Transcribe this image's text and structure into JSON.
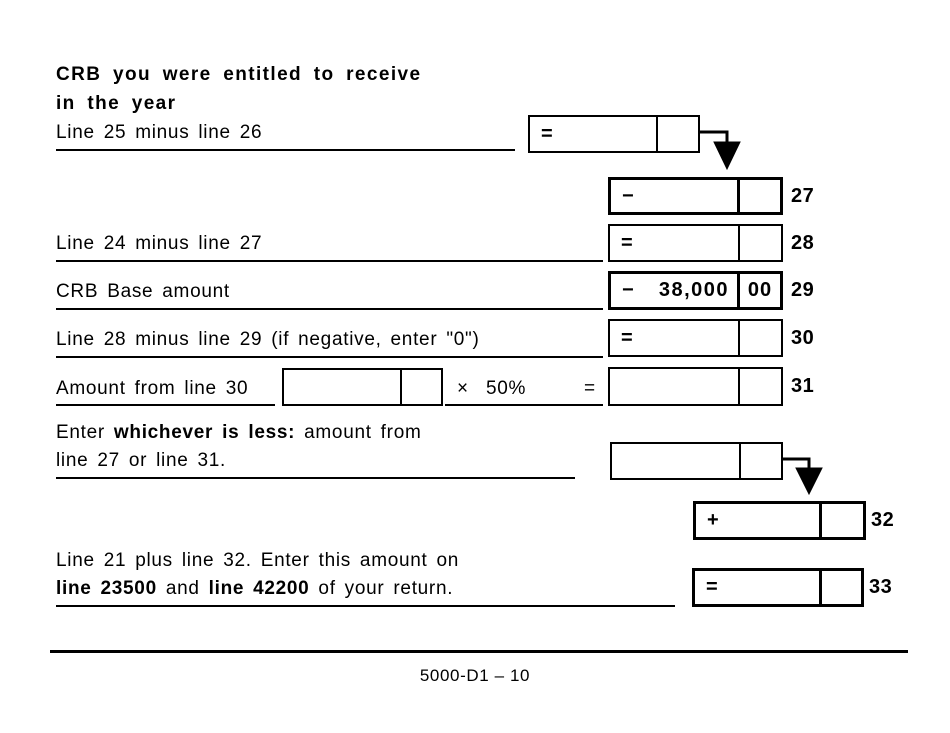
{
  "header": {
    "title_line1": "CRB you were entitled to receive",
    "title_line2": "in the year",
    "subtitle": "Line 25 minus line 26",
    "result_symbol": "="
  },
  "row27": {
    "symbol": "−",
    "line_no": "27"
  },
  "row28": {
    "label": "Line 24 minus line 27",
    "symbol": "=",
    "line_no": "28"
  },
  "row29": {
    "label": "CRB Base amount",
    "symbol": "−",
    "amount": "38,000",
    "cents": "00",
    "line_no": "29"
  },
  "row30": {
    "label": "Line 28 minus line 29 (if negative, enter \"0\")",
    "symbol": "=",
    "line_no": "30"
  },
  "row31": {
    "label": "Amount from line 30",
    "multiply_sign": "×",
    "percent": "50%",
    "equals_sign": "=",
    "line_no": "31"
  },
  "whichever": {
    "text_prefix": "Enter ",
    "text_bold": "whichever is less:",
    "text_suffix": " amount from",
    "text_line2": "line 27 or line 31."
  },
  "row32": {
    "symbol": "+",
    "line_no": "32"
  },
  "row33": {
    "label_line1": "Line 21 plus line 32. Enter this amount on",
    "label_bold1": "line 23500",
    "label_mid": " and ",
    "label_bold2": "line 42200",
    "label_suffix": " of your return.",
    "symbol": "=",
    "line_no": "33"
  },
  "footer": {
    "page_code": "5000-D1 – 10"
  },
  "colors": {
    "ink": "#000000",
    "paper": "#ffffff"
  }
}
